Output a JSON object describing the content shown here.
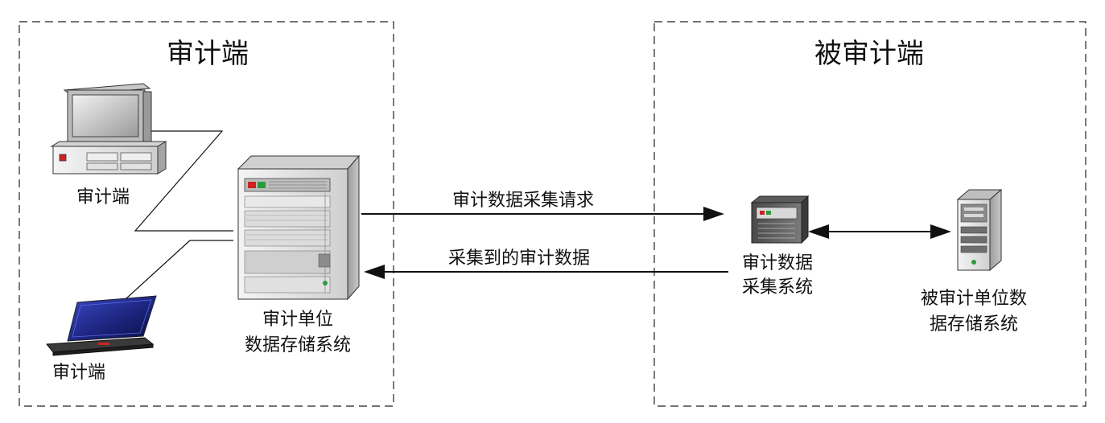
{
  "auditor_side": {
    "title": "审计端",
    "desktop_label": "审计端",
    "laptop_label": "审计端",
    "storage_label_line1": "审计单位",
    "storage_label_line2": "数据存储系统"
  },
  "audited_side": {
    "title": "被审计端",
    "collector_label_line1": "审计数据",
    "collector_label_line2": "采集系统",
    "storage_label_line1": "被审计单位数",
    "storage_label_line2": "据存储系统"
  },
  "connections": {
    "request_label": "审计数据采集请求",
    "response_label": "采集到的审计数据"
  },
  "colors": {
    "stroke": "#111111",
    "server_body": "#e6e6e6",
    "server_side": "#a8a8a8",
    "screen": "#d9d9d9",
    "laptop_screen": "#1f2a8c",
    "indicator_red": "#cc2222",
    "indicator_green": "#2a9a3a"
  },
  "icons": {
    "desktop": "desktop-computer-icon",
    "laptop": "laptop-icon",
    "rack_server": "rack-server-icon",
    "small_server": "small-server-icon",
    "tower_server": "tower-server-icon"
  }
}
